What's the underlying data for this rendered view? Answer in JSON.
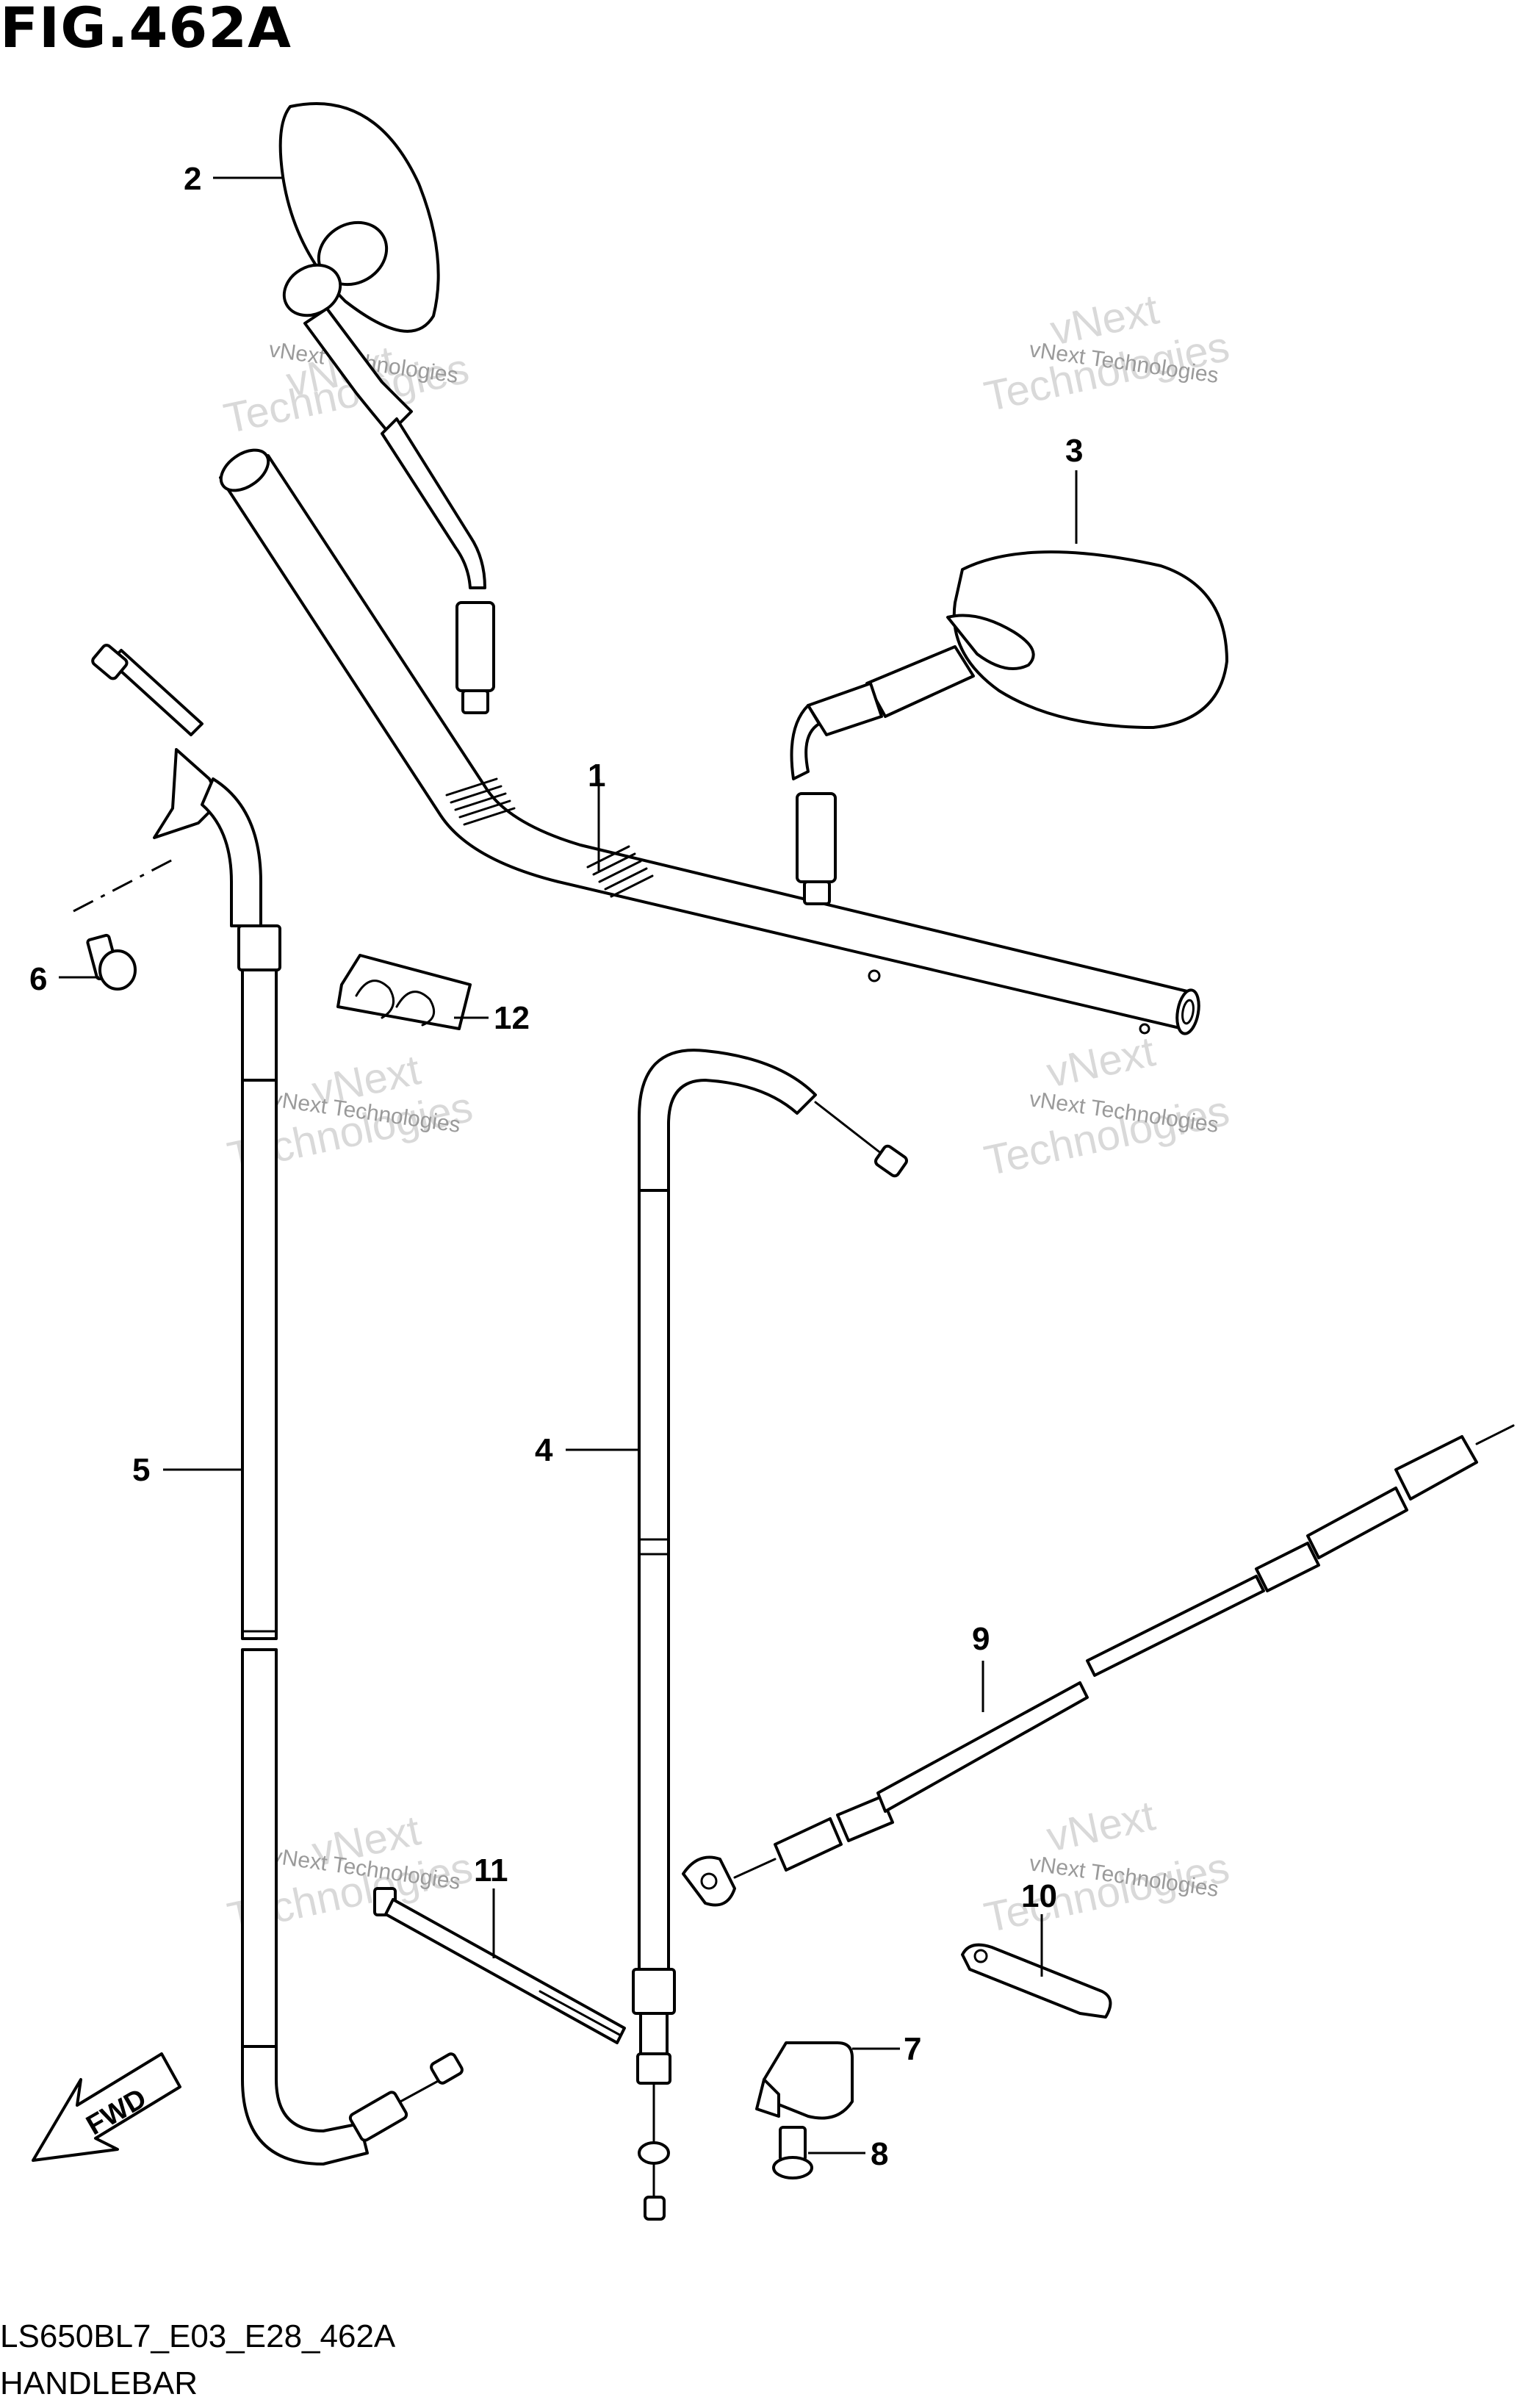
{
  "figure": {
    "title": "FIG.462A",
    "code": "LS650BL7_E03_E28_462A",
    "name": "HANDLEBAR"
  },
  "watermark": {
    "line1": "vNext",
    "line2": "Technologies",
    "small": "vNext Technologies"
  },
  "callouts": [
    {
      "id": "1",
      "part": "handlebar"
    },
    {
      "id": "2",
      "part": "mirror-left"
    },
    {
      "id": "3",
      "part": "mirror-right"
    },
    {
      "id": "4",
      "part": "throttle-cable"
    },
    {
      "id": "5",
      "part": "clutch-cable"
    },
    {
      "id": "6",
      "part": "screw"
    },
    {
      "id": "7",
      "part": "cable-clamp"
    },
    {
      "id": "8",
      "part": "bolt"
    },
    {
      "id": "9",
      "part": "brake-cable"
    },
    {
      "id": "10",
      "part": "cable-holder"
    },
    {
      "id": "11",
      "part": "cable-tie"
    },
    {
      "id": "12",
      "part": "wire-clip"
    }
  ],
  "direction": {
    "label": "FWD",
    "icon": "forward-arrow-icon"
  }
}
